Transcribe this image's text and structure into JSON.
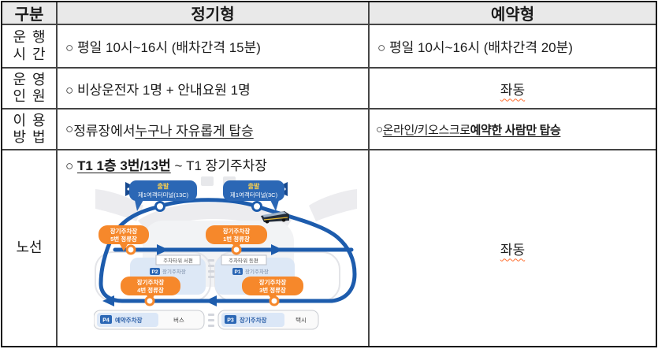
{
  "header": {
    "category": "구분",
    "regular": "정기형",
    "reserved": "예약형"
  },
  "rows": {
    "hours": {
      "label_line1": "운행",
      "label_line2": "시간",
      "regular": "○ 평일 10시~16시 (배차간격 15분)",
      "reserved": "○ 평일 10시~16시 (배차간격 20분)"
    },
    "staff": {
      "label_line1": "운영",
      "label_line2": "인원",
      "regular": "○ 비상운전자 1명 + 안내요원 1명",
      "reserved": "좌동"
    },
    "usage": {
      "label_line1": "이용",
      "label_line2": "방법",
      "bullet": "○ ",
      "regular_text": "정류장에서 ",
      "regular_underlined": "누구나 자유롭게 탑승",
      "reserved_bullet": "○ ",
      "reserved_text": "온라인/키오스크로 ",
      "reserved_underlined": "예약한 사람만 탑승"
    },
    "route": {
      "label": "노선",
      "bullet": "○ ",
      "title_underlined": "T1 1층 3번/13번",
      "title_suffix": " ~ T1 장기주차장",
      "reserved": "좌동"
    }
  },
  "map": {
    "departure_left": {
      "title": "출발",
      "subtitle": "제1여객터미널(13C)"
    },
    "departure_right": {
      "title": "출발",
      "subtitle": "제1여객터미널(3C)"
    },
    "stop5": {
      "line1": "장기주차장",
      "line2": "5번 정류장"
    },
    "stop1": {
      "line1": "장기주차장",
      "line2": "1번 정류장"
    },
    "stop4": {
      "line1": "장기주차장",
      "line2": "4번 정류장"
    },
    "stop3": {
      "line1": "장기주차장",
      "line2": "3번 정류장"
    },
    "tower_west": "주차타워 서편",
    "tower_east": "주차타워 동편",
    "p2": {
      "badge": "P2",
      "label": "장기주차장"
    },
    "p1": {
      "badge": "P1",
      "label": "장기주차장"
    },
    "p4": {
      "badge": "P4",
      "label": "예약주차장",
      "mode": "버스"
    },
    "p3": {
      "badge": "P3",
      "label": "장기주차장",
      "mode": "택시"
    }
  },
  "colors": {
    "header_bg": "#e9e9e9",
    "border": "#454545",
    "route_blue": "#1d5cad",
    "bubble_blue": "#2b67b5",
    "stop_orange": "#f6882b",
    "wavy_underline": "#ff6d2e",
    "departure_title_yellow": "#ffd24d"
  }
}
